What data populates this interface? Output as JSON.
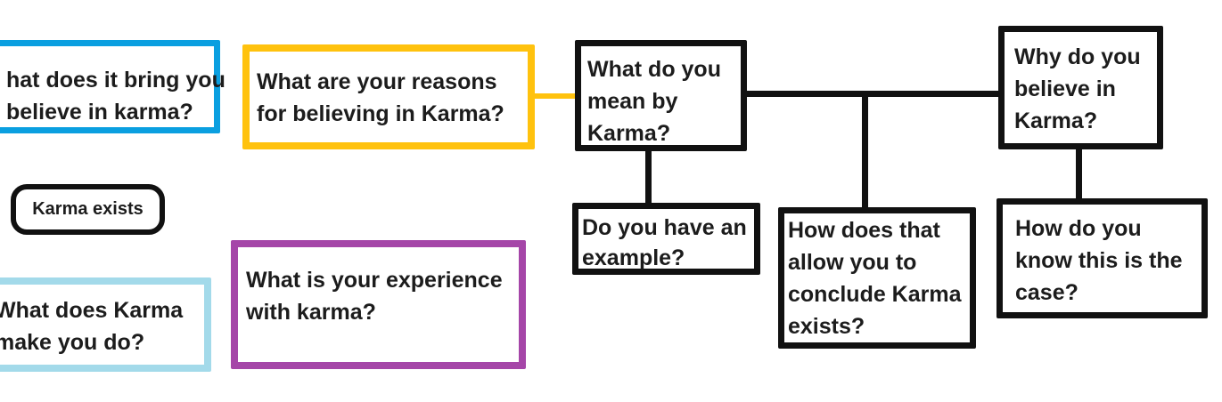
{
  "diagram": {
    "nodes": {
      "bring": {
        "lines": [
          "hat does it bring you",
          "believe in karma?"
        ],
        "border_color": "#0A9FE0",
        "shape": "rectangle",
        "clipped_at_left_edge": true
      },
      "reasons": {
        "lines": [
          "What are your reasons",
          "for believing in Karma?"
        ],
        "border_color": "#FFC20E",
        "shape": "rectangle"
      },
      "mean": {
        "lines": [
          "What do you",
          "mean by",
          "Karma?"
        ],
        "border_color": "#111111",
        "shape": "rectangle"
      },
      "why": {
        "lines": [
          "Why do you",
          "believe in",
          "Karma?"
        ],
        "border_color": "#111111",
        "shape": "rectangle"
      },
      "example": {
        "lines": [
          "Do you have an",
          "example?"
        ],
        "border_color": "#111111",
        "shape": "rectangle"
      },
      "conclude": {
        "lines": [
          "How does that",
          "allow you to",
          "conclude Karma",
          "exists?"
        ],
        "border_color": "#111111",
        "shape": "rectangle"
      },
      "know": {
        "lines": [
          "How do you",
          "know this is the",
          "case?"
        ],
        "border_color": "#111111",
        "shape": "rectangle"
      },
      "karma_exists": {
        "lines": [
          "Karma exists"
        ],
        "border_color": "#111111",
        "shape": "rounded-rectangle"
      },
      "experience": {
        "lines": [
          "What is your experience",
          "with karma?"
        ],
        "border_color": "#A546A8",
        "shape": "rectangle"
      },
      "make_do": {
        "lines": [
          "What does Karma",
          "make you do?"
        ],
        "border_color": "#A3DAEA",
        "shape": "rectangle",
        "clipped_at_left_edge": true
      }
    },
    "connectors": [
      {
        "id": "reasons-to-mean",
        "from": "reasons",
        "to": "mean",
        "color": "#FFC20E",
        "orientation": "horizontal"
      },
      {
        "id": "mean-to-why",
        "from": "mean",
        "to": "why",
        "color": "#111111",
        "orientation": "horizontal"
      },
      {
        "id": "mean-to-example",
        "from": "mean",
        "to": "example",
        "color": "#111111",
        "orientation": "vertical"
      },
      {
        "id": "branch-to-conclude",
        "from": "mean-to-why-line",
        "to": "conclude",
        "color": "#111111",
        "orientation": "vertical"
      },
      {
        "id": "why-to-know",
        "from": "why",
        "to": "know",
        "color": "#111111",
        "orientation": "vertical"
      }
    ],
    "colors": {
      "ink": "#111111",
      "text": "#1C1C1C",
      "background": "#FFFFFF",
      "blue": "#0A9FE0",
      "yellow": "#FFC20E",
      "purple": "#A546A8",
      "light_blue": "#A3DAEA"
    }
  }
}
